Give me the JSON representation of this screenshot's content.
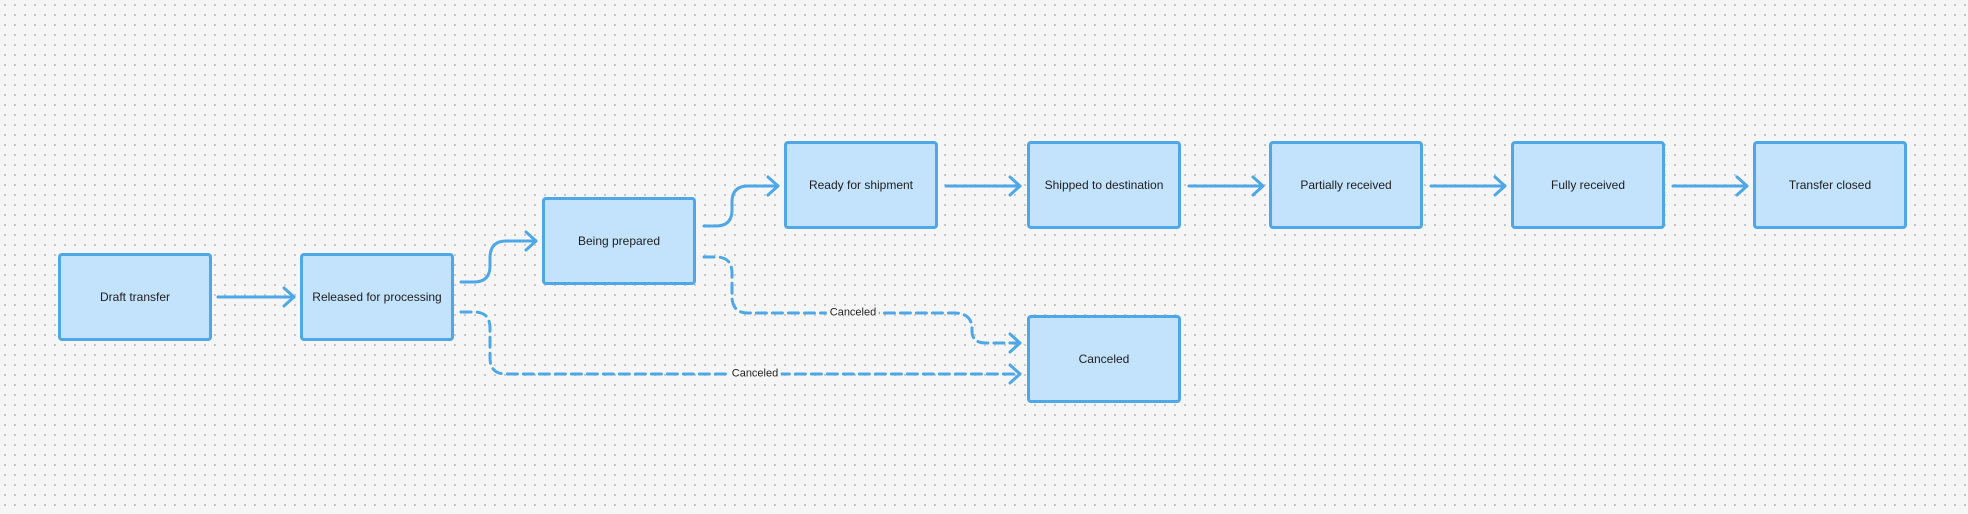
{
  "diagram": {
    "nodes": [
      {
        "id": "draft",
        "label": "Draft transfer"
      },
      {
        "id": "released",
        "label": "Released for processing"
      },
      {
        "id": "prepared",
        "label": "Being prepared"
      },
      {
        "id": "ready",
        "label": "Ready for shipment"
      },
      {
        "id": "shipped",
        "label": "Shipped to destination"
      },
      {
        "id": "partial",
        "label": "Partially received"
      },
      {
        "id": "full",
        "label": "Fully received"
      },
      {
        "id": "closed",
        "label": "Transfer closed"
      },
      {
        "id": "canceled",
        "label": "Canceled"
      }
    ],
    "edges": [
      {
        "from": "draft",
        "to": "released",
        "style": "solid",
        "label": ""
      },
      {
        "from": "released",
        "to": "prepared",
        "style": "solid",
        "label": ""
      },
      {
        "from": "prepared",
        "to": "ready",
        "style": "solid",
        "label": ""
      },
      {
        "from": "ready",
        "to": "shipped",
        "style": "solid",
        "label": ""
      },
      {
        "from": "shipped",
        "to": "partial",
        "style": "solid",
        "label": ""
      },
      {
        "from": "partial",
        "to": "full",
        "style": "solid",
        "label": ""
      },
      {
        "from": "full",
        "to": "closed",
        "style": "solid",
        "label": ""
      },
      {
        "from": "prepared",
        "to": "canceled",
        "style": "dashed",
        "label": "Canceled"
      },
      {
        "from": "released",
        "to": "canceled",
        "style": "dashed",
        "label": "Canceled"
      }
    ],
    "colors": {
      "node_fill": "#c3e2fb",
      "node_border": "#4ea8e8",
      "edge": "#4ea8e8",
      "canvas": "#f6f6f6"
    }
  }
}
